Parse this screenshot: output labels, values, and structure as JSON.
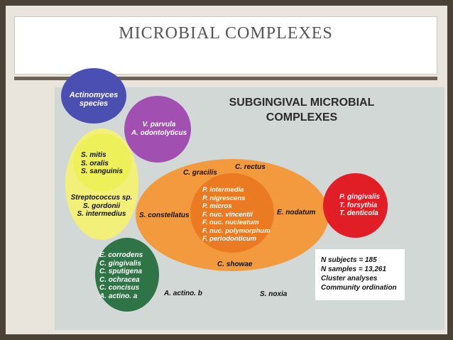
{
  "slide_title": "MICROBIAL COMPLEXES",
  "diagram": {
    "title_line1": "SUBGINGIVAL MICROBIAL",
    "title_line2": "COMPLEXES",
    "actinomyces": [
      "Actinomyces",
      "species"
    ],
    "purple": [
      "V. parvula",
      "A. odontolyticus"
    ],
    "yellow_inner": [
      "S. mitis",
      "S. oralis",
      "S. sanguinis"
    ],
    "yellow_outer": [
      "Streptococcus sp.",
      "S. gordonii",
      "S. intermedius"
    ],
    "orange_outer": {
      "gracilis": "C. gracilis",
      "rectus": "C. rectus",
      "constellatus": "S. constellatus",
      "nodatum": "E. nodatum",
      "showae": "C. showae"
    },
    "orange_inner": [
      "P. intermedia",
      "P. nigrescens",
      "P. micros",
      "F. nuc. vincentii",
      "F. nuc. nucleatum",
      "F. nuc. polymorphum",
      "F. periodonticum"
    ],
    "red": [
      "P. gingivalis",
      "T. forsythia",
      "T. denticola"
    ],
    "green": [
      "E. corrodens",
      "C. gingivalis",
      "C. sputigena",
      "C. ochracea",
      "C. concisus",
      "A. actino. a"
    ],
    "unassigned": {
      "actino_b": "A. actino. b",
      "noxia": "S. noxia"
    },
    "stats": [
      "N subjects = 185",
      "N samples = 13,261",
      "Cluster analyses",
      "Community ordination"
    ],
    "colors": {
      "blue": "#4b4fb2",
      "purple": "#a14fb0",
      "yellow": "#f3f07a",
      "orange_outer": "#f39a3e",
      "orange_inner": "#ea7b22",
      "red": "#e11e25",
      "green": "#2f7446"
    }
  }
}
